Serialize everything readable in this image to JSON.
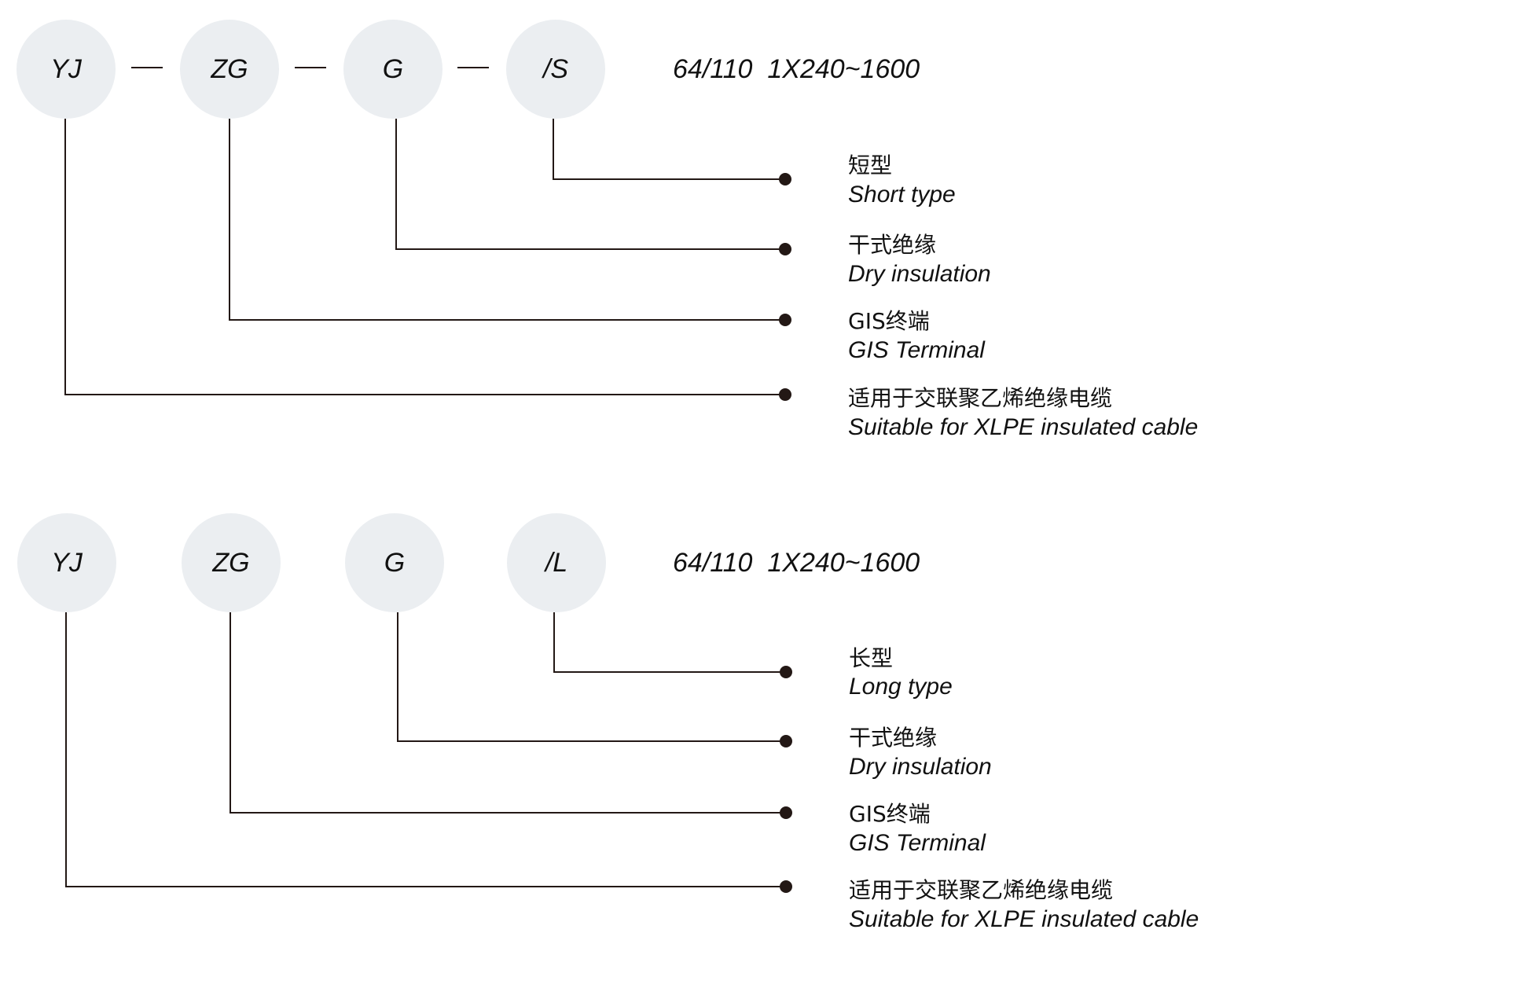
{
  "diagrams": [
    {
      "name": "short-type-model",
      "codes": [
        "YJ",
        "ZG",
        "G",
        "/S"
      ],
      "separator": "—",
      "show_separators": true,
      "spec": "64/110  1X240~1600",
      "labels": [
        {
          "code": "/S",
          "zh": "短型",
          "en": "Short type"
        },
        {
          "code": "G",
          "zh": "干式绝缘",
          "en": "Dry insulation"
        },
        {
          "code": "ZG",
          "zh": "GIS终端",
          "en": "GIS Terminal"
        },
        {
          "code": "YJ",
          "zh": "适用于交联聚乙烯绝缘电缆",
          "en": "Suitable for XLPE insulated cable"
        }
      ]
    },
    {
      "name": "long-type-model",
      "codes": [
        "YJ",
        "ZG",
        "G",
        "/L"
      ],
      "separator": "",
      "show_separators": false,
      "spec": "64/110  1X240~1600",
      "labels": [
        {
          "code": "/L",
          "zh": "长型",
          "en": "Long type"
        },
        {
          "code": "G",
          "zh": "干式绝缘",
          "en": "Dry insulation"
        },
        {
          "code": "ZG",
          "zh": "GIS终端",
          "en": "GIS Terminal"
        },
        {
          "code": "YJ",
          "zh": "适用于交联聚乙烯绝缘电缆",
          "en": "Suitable for XLPE insulated cable"
        }
      ]
    }
  ],
  "colors": {
    "circle_fill": "#ebeef1",
    "line": "#231815",
    "text": "#111111"
  }
}
